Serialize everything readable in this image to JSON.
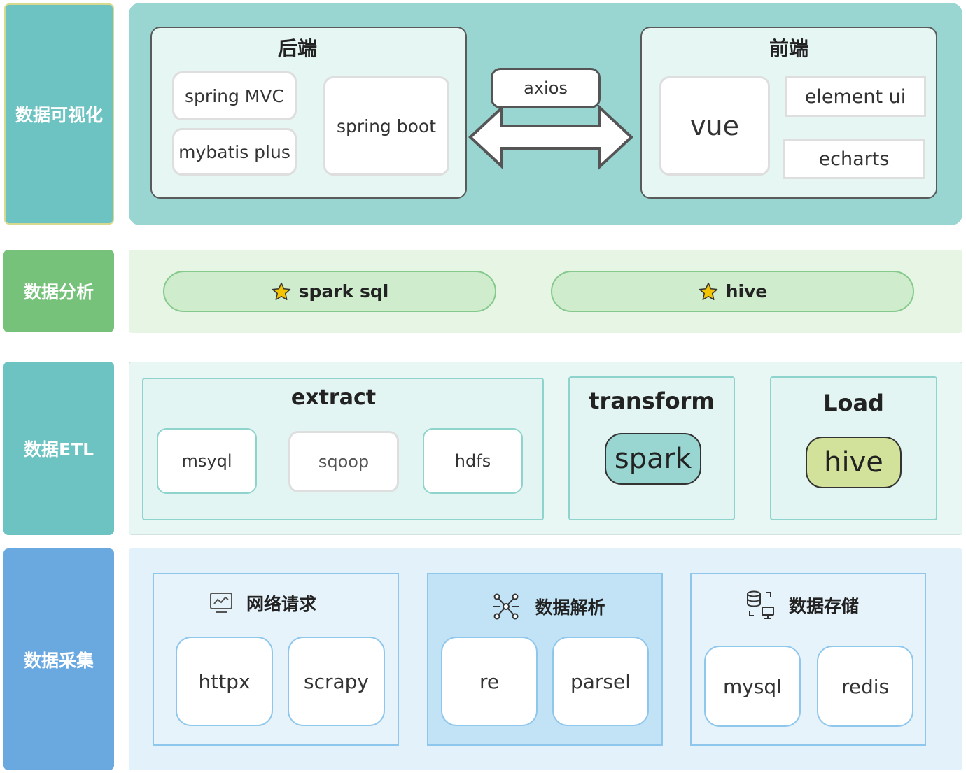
{
  "layers": {
    "visualization": "数据可视化",
    "analysis": "数据分析",
    "etl": "数据ETL",
    "collection": "数据采集"
  },
  "visualization": {
    "backend": {
      "title": "后端",
      "items": [
        "spring MVC",
        "mybatis plus",
        "spring boot"
      ]
    },
    "connector": "axios",
    "frontend": {
      "title": "前端",
      "items": [
        "vue",
        "element ui",
        "echarts"
      ]
    }
  },
  "analysis": {
    "items": [
      "spark sql",
      "hive"
    ],
    "icon": "star-icon"
  },
  "etl": {
    "extract": {
      "title": "extract",
      "items": [
        "msyql",
        "sqoop",
        "hdfs"
      ]
    },
    "transform": {
      "title": "transform",
      "item": "spark"
    },
    "load": {
      "title": "Load",
      "item": "hive"
    }
  },
  "collection": {
    "request": {
      "title": "网络请求",
      "icon": "monitor-chart-icon",
      "items": [
        "httpx",
        "scrapy"
      ]
    },
    "parse": {
      "title": "数据解析",
      "icon": "network-graph-icon",
      "items": [
        "re",
        "parsel"
      ]
    },
    "storage": {
      "title": "数据存储",
      "icon": "database-sync-icon",
      "items": [
        "mysql",
        "redis"
      ]
    }
  },
  "colors": {
    "vis_panel": "#99d6d2",
    "analysis_pill": "#cfeccd",
    "transform_spark": "#99d6d2",
    "load_hive": "#d3e29b",
    "parse_box": "#c2e2f5",
    "collection_label": "#6aa9e0"
  }
}
